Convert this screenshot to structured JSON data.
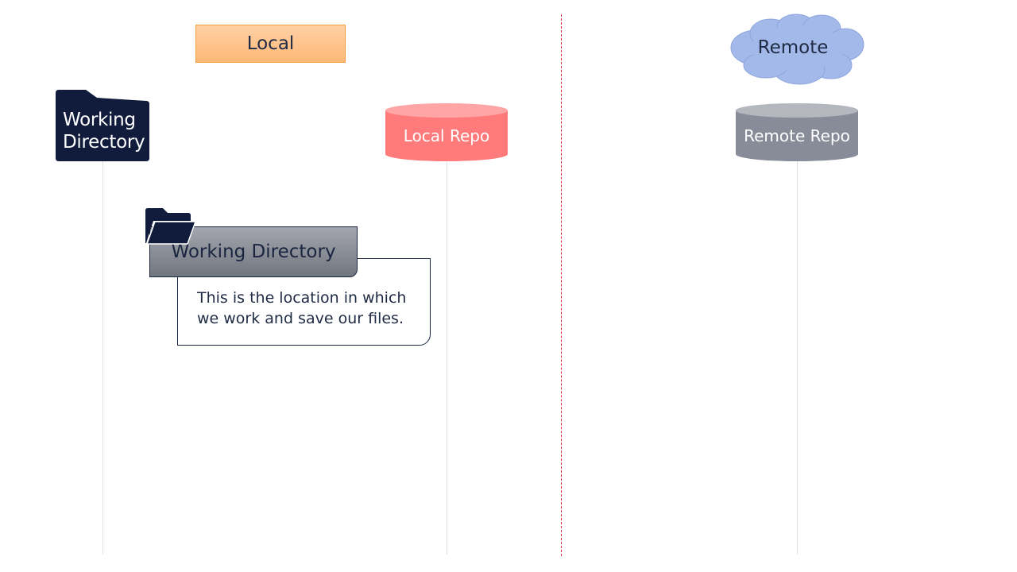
{
  "local": {
    "label": "Local"
  },
  "remote": {
    "label": "Remote"
  },
  "working_directory": {
    "label_line1": "Working",
    "label_line2": "Directory"
  },
  "local_repo": {
    "label": "Local Repo"
  },
  "remote_repo": {
    "label": "Remote Repo"
  },
  "callout": {
    "title": "Working Directory",
    "line1": "This is the location in which",
    "line2": "we work and save our files."
  },
  "colors": {
    "local_label_fill": "#ffc48f",
    "cloud_fill": "#a3b9ea",
    "navy": "#111c3c",
    "local_repo_fill": "#ff7b7b",
    "remote_repo_fill": "#878c98",
    "divider": "#d9283c"
  },
  "icons": [
    "folder-icon",
    "open-folder-icon",
    "cloud-icon",
    "database-icon"
  ]
}
